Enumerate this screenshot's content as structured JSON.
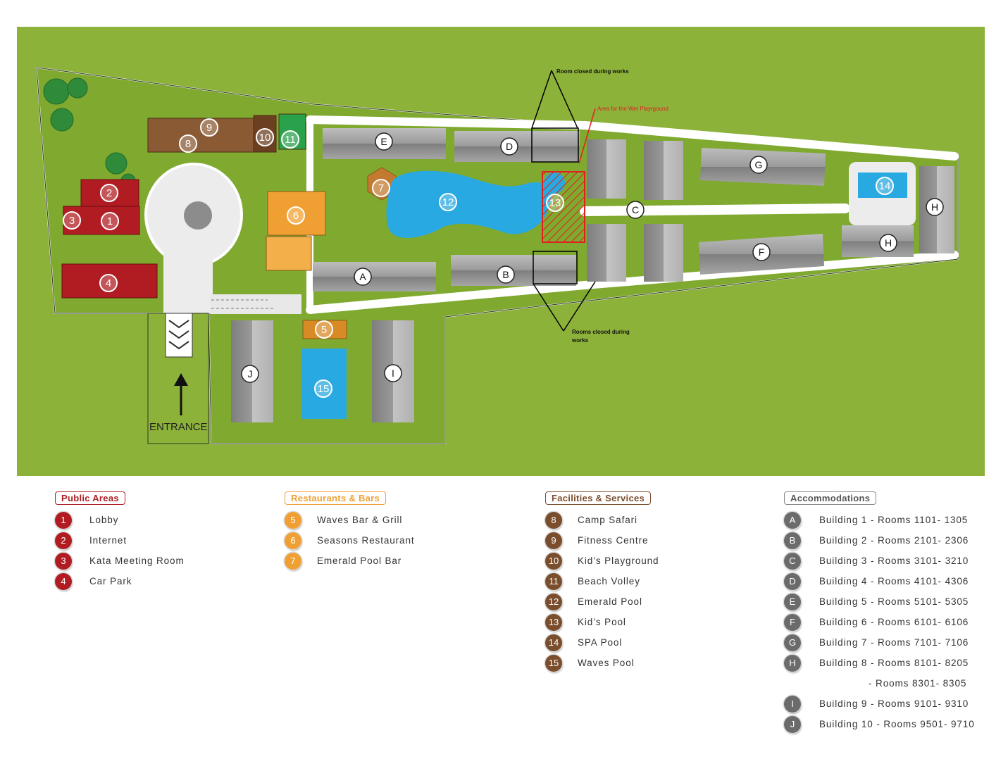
{
  "colors": {
    "grass": "#8db23a",
    "path": "#ffffff",
    "building_gray": "#9b9b9b",
    "public": "#b01c22",
    "restaurant": "#f0a033",
    "facility": "#7a4d2c",
    "accommodation": "#6b6b6b",
    "pool": "#29a9e1",
    "annotation_red": "#e02020",
    "tree": "#2f8a3a"
  },
  "map": {
    "building_labels": [
      "A",
      "B",
      "C",
      "D",
      "E",
      "F",
      "G",
      "H",
      "H",
      "I",
      "J"
    ],
    "facility_labels": [
      "1",
      "2",
      "3",
      "4",
      "5",
      "6",
      "7",
      "8",
      "9",
      "10",
      "11",
      "12",
      "13",
      "14",
      "15"
    ],
    "entrance_label": "ENTRANCE",
    "annotations": {
      "room_closed": "Room closed during works",
      "wet_playground": "Area for the Wet Playrgound",
      "rooms_closed_line1": "Rooms closed during",
      "rooms_closed_line2": "works"
    }
  },
  "legend": {
    "public": {
      "title": "Public Areas",
      "items": [
        {
          "num": "1",
          "label": "Lobby"
        },
        {
          "num": "2",
          "label": "Internet"
        },
        {
          "num": "3",
          "label": "Kata Meeting Room"
        },
        {
          "num": "4",
          "label": "Car Park"
        }
      ]
    },
    "restaurants": {
      "title": "Restaurants & Bars",
      "items": [
        {
          "num": "5",
          "label": "Waves Bar & Grill"
        },
        {
          "num": "6",
          "label": "Seasons Restaurant"
        },
        {
          "num": "7",
          "label": "Emerald Pool Bar"
        }
      ]
    },
    "facilities": {
      "title": "Facilities & Services",
      "items": [
        {
          "num": "8",
          "label": "Camp Safari"
        },
        {
          "num": "9",
          "label": "Fitness Centre"
        },
        {
          "num": "10",
          "label": "Kid’s Playground"
        },
        {
          "num": "11",
          "label": "Beach Volley"
        },
        {
          "num": "12",
          "label": "Emerald Pool"
        },
        {
          "num": "13",
          "label": "Kid’s Pool"
        },
        {
          "num": "14",
          "label": "SPA Pool"
        },
        {
          "num": "15",
          "label": "Waves Pool"
        }
      ]
    },
    "accommodations": {
      "title": "Accommodations",
      "items": [
        {
          "letter": "A",
          "label": "Building 1 - Rooms 1101- 1305"
        },
        {
          "letter": "B",
          "label": "Building 2 - Rooms 2101- 2306"
        },
        {
          "letter": "C",
          "label": "Building 3 - Rooms 3101- 3210"
        },
        {
          "letter": "D",
          "label": "Building 4 - Rooms 4101- 4306"
        },
        {
          "letter": "E",
          "label": "Building 5 - Rooms 5101- 5305"
        },
        {
          "letter": "F",
          "label": "Building 6 - Rooms 6101- 6106"
        },
        {
          "letter": "G",
          "label": "Building 7 - Rooms 7101- 7106"
        },
        {
          "letter": "H",
          "label": "Building 8 - Rooms 8101- 8205"
        },
        {
          "letter": "",
          "label": "- Rooms 8301- 8305"
        },
        {
          "letter": "I",
          "label": "Building 9 - Rooms 9101- 9310"
        },
        {
          "letter": "J",
          "label": "Building 10 - Rooms 9501- 9710"
        }
      ]
    }
  }
}
